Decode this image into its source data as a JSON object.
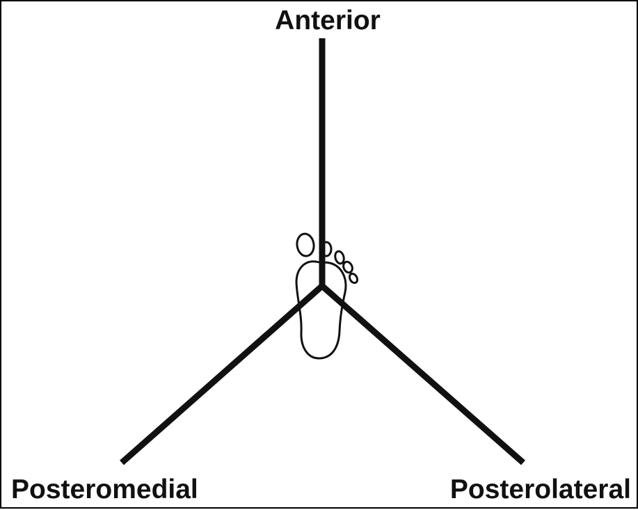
{
  "diagram": {
    "labels": {
      "anterior": "Anterior",
      "posteromedial": "Posteromedial",
      "posterolateral": "Posterolateral"
    },
    "icons": {
      "foot": "footprint-icon"
    },
    "colors": {
      "line": "#111111",
      "background": "#ffffff"
    }
  }
}
